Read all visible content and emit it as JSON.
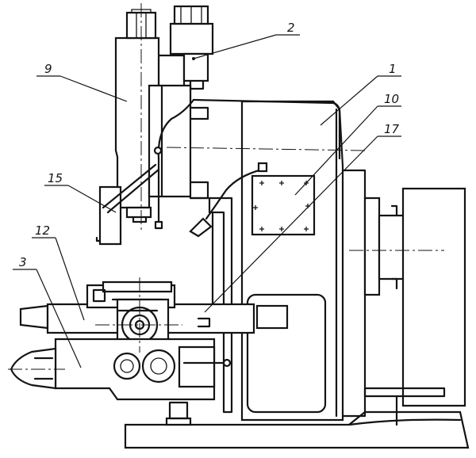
{
  "drawing": {
    "callouts": [
      {
        "id": "c1",
        "label": "1"
      },
      {
        "id": "c2",
        "label": "2"
      },
      {
        "id": "c3",
        "label": "3"
      },
      {
        "id": "c9",
        "label": "9"
      },
      {
        "id": "c10",
        "label": "10"
      },
      {
        "id": "c12",
        "label": "12"
      },
      {
        "id": "c15",
        "label": "15"
      },
      {
        "id": "c17",
        "label": "17"
      }
    ]
  }
}
